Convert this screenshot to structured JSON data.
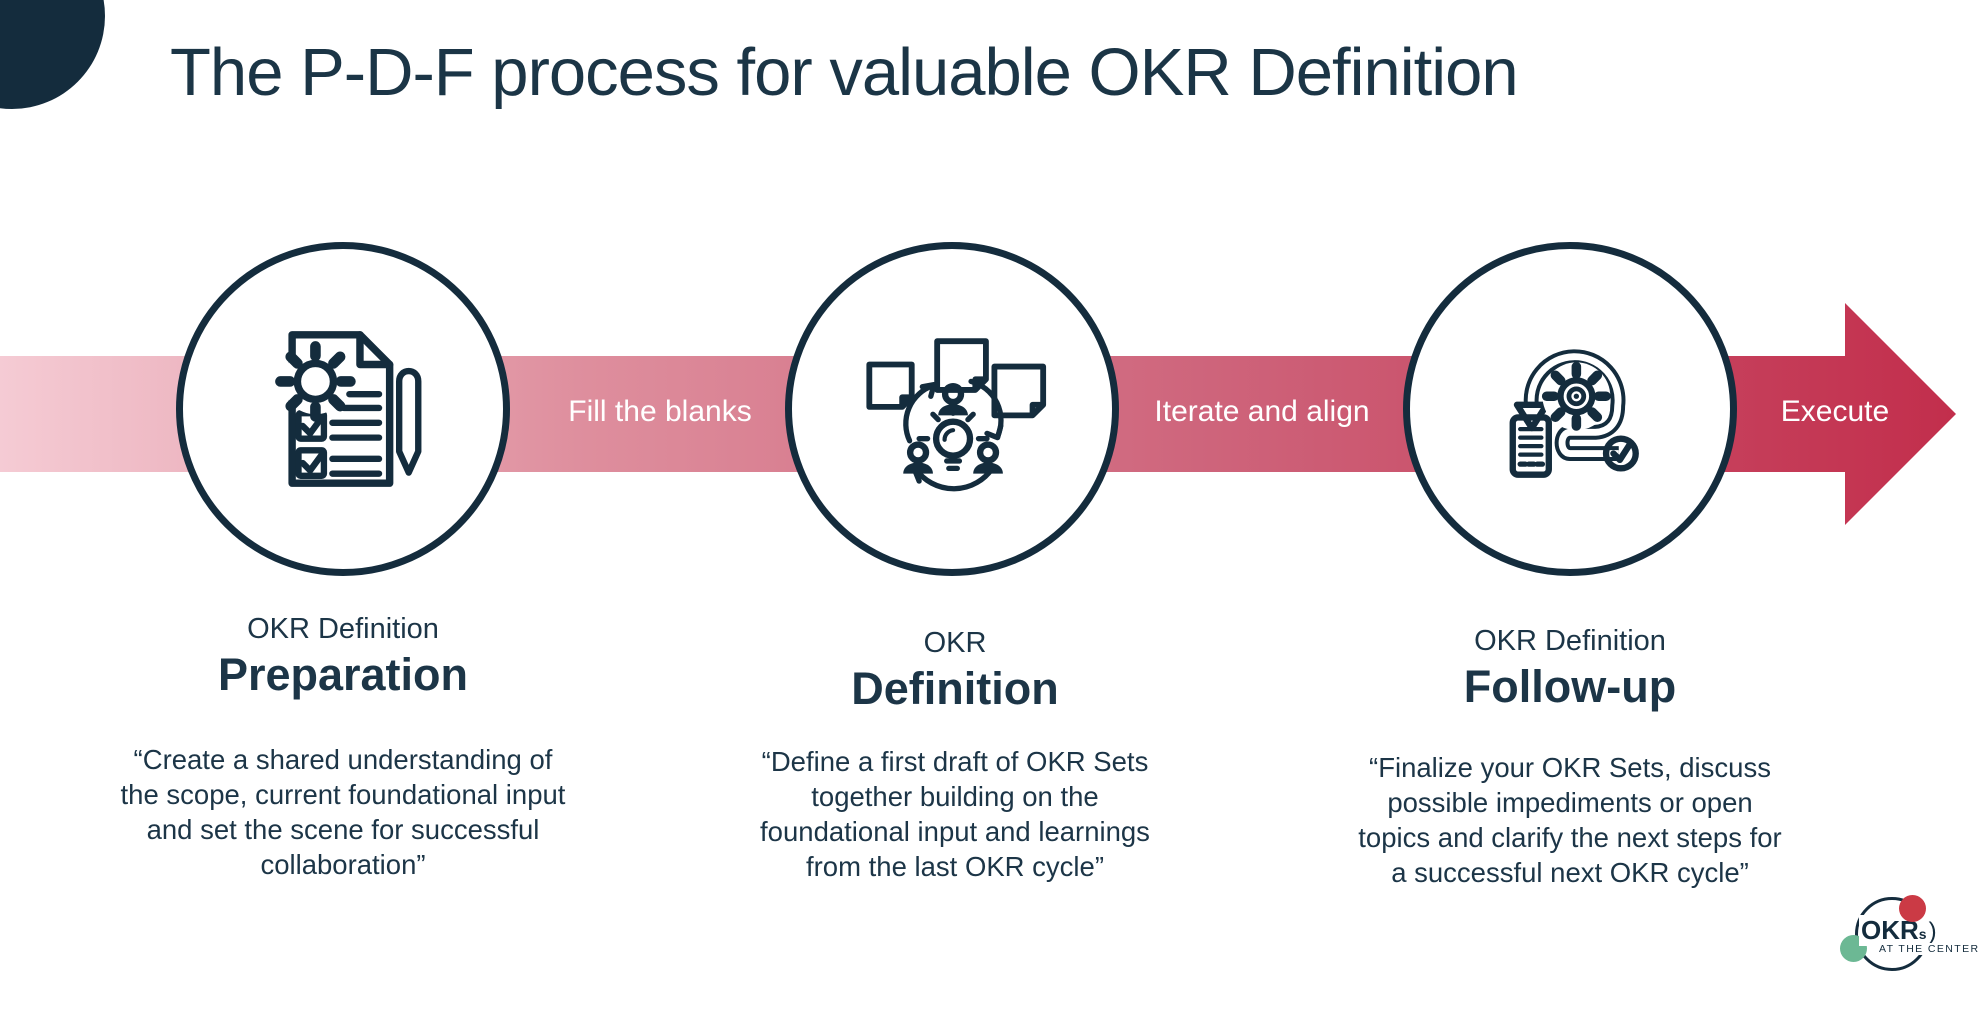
{
  "title": "The P-D-F process for valuable OKR Definition",
  "colors": {
    "navy": "#142C3D",
    "band_start": "#F5CBD4",
    "band_end": "#C22E4C",
    "logo_red": "#CB3A45",
    "logo_green": "#6CB894"
  },
  "arrow": {
    "segments": [
      {
        "label": "Fill the blanks"
      },
      {
        "label": "Iterate and align"
      },
      {
        "label": "Execute"
      }
    ]
  },
  "steps": [
    {
      "icon": "document-gear-checklist-icon",
      "label_small": "OKR Definition",
      "label_big": "Preparation",
      "quote": "“Create a shared understanding of\nthe scope, current foundational input\nand set the scene for successful\ncollaboration”"
    },
    {
      "icon": "collaboration-idea-icon",
      "label_small": "OKR",
      "label_big": "Definition",
      "quote": "“Define a first draft of OKR Sets\ntogether building on the\nfoundational input and learnings\nfrom the last OKR cycle”"
    },
    {
      "icon": "iteration-review-icon",
      "label_small": "OKR Definition",
      "label_big": "Follow-up",
      "quote": "“Finalize your OKR Sets, discuss\npossible impediments or open\ntopics and clarify the next steps for\na successful next OKR cycle”"
    }
  ],
  "logo": {
    "name": "OKR",
    "name_sub": "s",
    "paren": ")",
    "tagline": "AT THE CENTER"
  }
}
